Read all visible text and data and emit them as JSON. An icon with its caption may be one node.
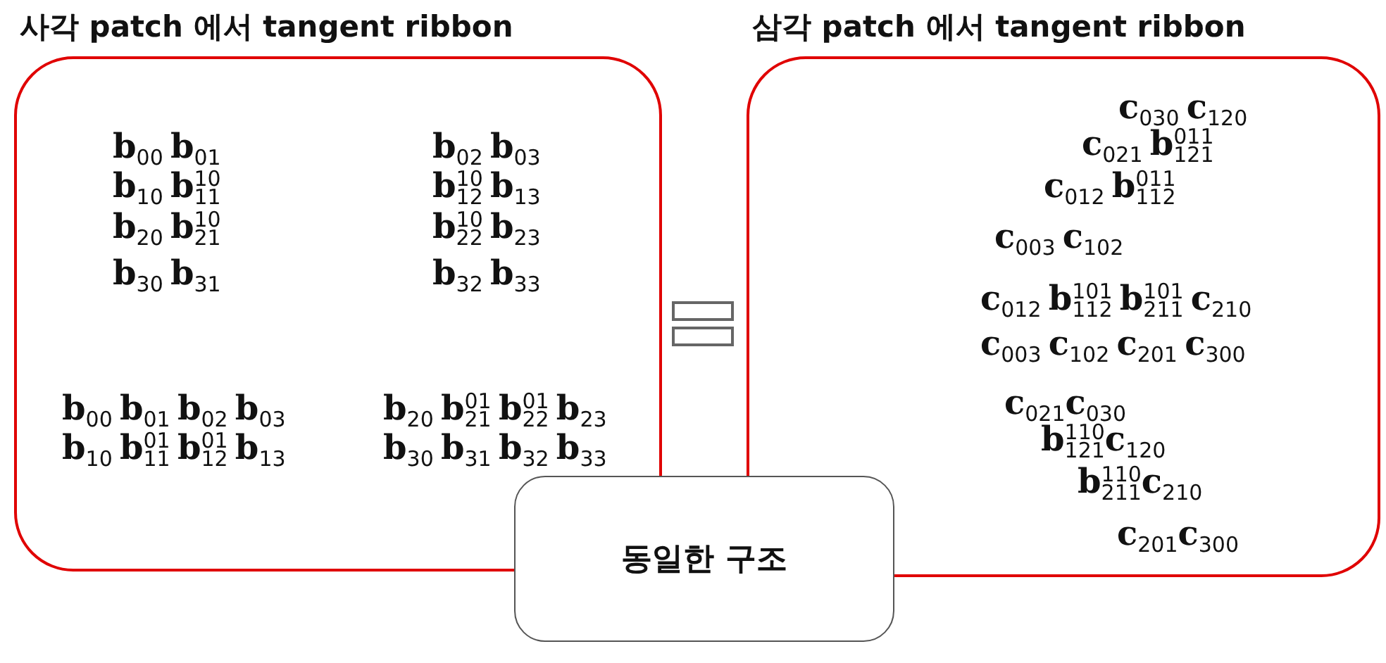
{
  "diagram": {
    "nodes": [
      {
        "text": [
          "사각 patch 에서 tangent ribbon",
          "**b**$_{00}$ **b**$_{01}$",
          "**b**$_{10}$ **b**$^{10}$$_{11}$",
          "**b**$_{20}$ **b**$^{10}$$_{21}$",
          "**b**$_{30}$ **b**$_{31}$",
          "**b**$_{02}$ **b**$_{03}$",
          "**b**$^{10}$$_{12}$ **b**$_{13}$",
          "**b**$^{10}$$_{22}$ **b**$_{23}$",
          "**b**$_{32}$ **b**$_{33}$",
          "**b**$_{00}$ **b**$_{01}$ **b**$_{02}$ **b**$_{03}$",
          "**b**$_{10}$ **b**$^{01}$$_{11}$ **b**$^{01}$$_{12}$ **b**$_{13}$",
          "**b**$_{20}$ **b**$^{01}$$_{21}$ **b**$^{01}$$_{22}$ **b**$_{23}$",
          "**b**$_{30}$ **b**$_{31}$ **b**$_{32}$ **b**$_{33}$"
        ]
      },
      {
        "text": [
          "삼각 patch 에서 tangent ribbon",
          "**c**$_{030}$ **c**$_{120}$",
          "**c**$_{021}$ **b**$^{011}$$_{121}$",
          "**c**$_{012}$ **b**$^{011}$$_{112}$",
          "**c**$_{003}$ **c**$_{102}$",
          "**c**$_{012}$ **b**$^{101}$$_{112}$ **b**$^{101}$$_{211}$ **c**$_{210}$",
          "**c**$_{003}$ **c**$_{102}$ **c**$_{201}$ **c**$_{300}$",
          "**c**$_{021}$**c**$_{030}$",
          "**b**$^{110}$$_{121}$**c**$_{120}$",
          "**b**$^{110}$$_{211}$**c**$_{210}$",
          "**c**$_{201}$**c**$_{300}$"
        ]
      },
      {
        "text": [
          "동일한 구조"
        ]
      }
    ]
  }
}
